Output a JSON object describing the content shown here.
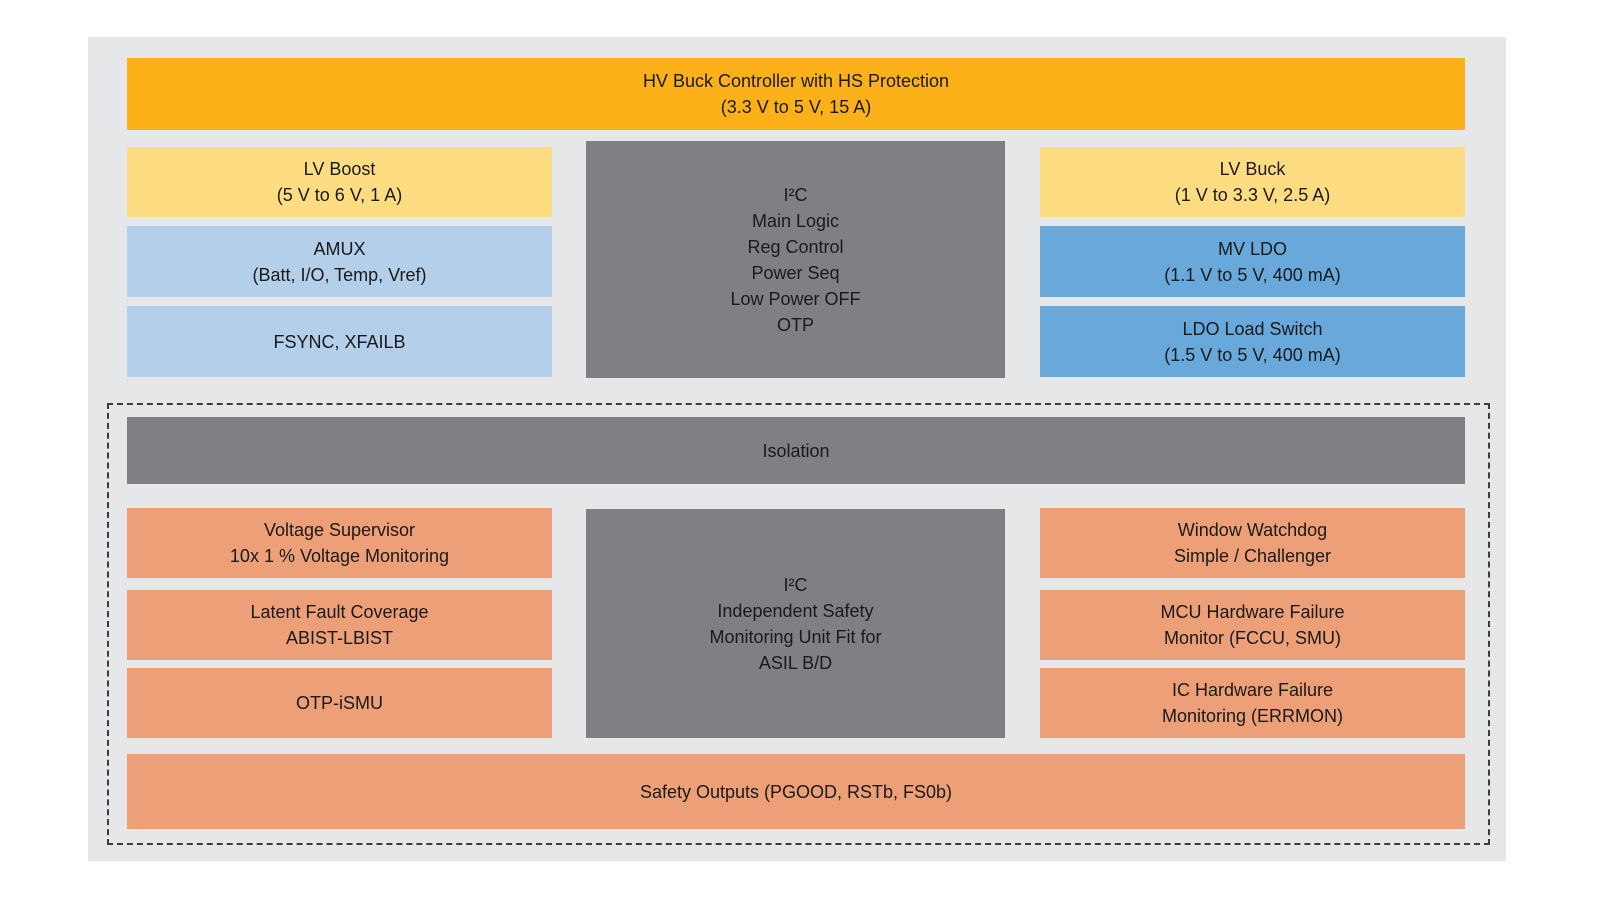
{
  "diagram": {
    "title": "HV Buck Controller with HS Protection",
    "colors": {
      "orange": "#fbb117",
      "yellow": "#fedd82",
      "lightblue": "#b4cfea",
      "blue": "#68a8db",
      "gray": "#7e8083",
      "salmon": "#eda077",
      "panel": "#e6e7e8",
      "text": "#1a1a1a"
    },
    "top_bar": {
      "lines": [
        "HV Buck Controller with HS Protection",
        "(3.3 V to 5 V, 15 A)"
      ]
    },
    "upper": {
      "left": [
        {
          "lines": [
            "LV Boost",
            "(5 V to 6 V, 1 A)"
          ]
        },
        {
          "lines": [
            "AMUX",
            "(Batt, I/O, Temp, Vref)"
          ]
        },
        {
          "lines": [
            "FSYNC, XFAILB"
          ]
        }
      ],
      "center": {
        "lines": [
          "I²C",
          "Main Logic",
          "Reg Control",
          "Power Seq",
          "Low Power OFF",
          "OTP"
        ]
      },
      "right": [
        {
          "lines": [
            "LV Buck",
            "(1 V to 3.3 V, 2.5 A)"
          ]
        },
        {
          "lines": [
            "MV LDO",
            "(1.1 V to 5 V, 400 mA)"
          ]
        },
        {
          "lines": [
            "LDO Load Switch",
            "(1.5 V to 5 V, 400 mA)"
          ]
        }
      ]
    },
    "safety_island": {
      "isolation": {
        "label": "Isolation"
      },
      "left": [
        {
          "lines": [
            "Voltage Supervisor",
            "10x 1 % Voltage Monitoring"
          ]
        },
        {
          "lines": [
            "Latent Fault Coverage",
            "ABIST-LBIST"
          ]
        },
        {
          "lines": [
            "OTP-iSMU"
          ]
        }
      ],
      "center": {
        "lines": [
          "I²C",
          "Independent Safety",
          "Monitoring Unit Fit for",
          "ASIL B/D"
        ]
      },
      "right": [
        {
          "lines": [
            "Window Watchdog",
            "Simple / Challenger"
          ]
        },
        {
          "lines": [
            "MCU Hardware Failure",
            "Monitor (FCCU, SMU)"
          ]
        },
        {
          "lines": [
            "IC Hardware Failure",
            "Monitoring (ERRMON)"
          ]
        }
      ],
      "bottom_bar": {
        "label": "Safety Outputs (PGOOD, RSTb, FS0b)"
      }
    }
  }
}
